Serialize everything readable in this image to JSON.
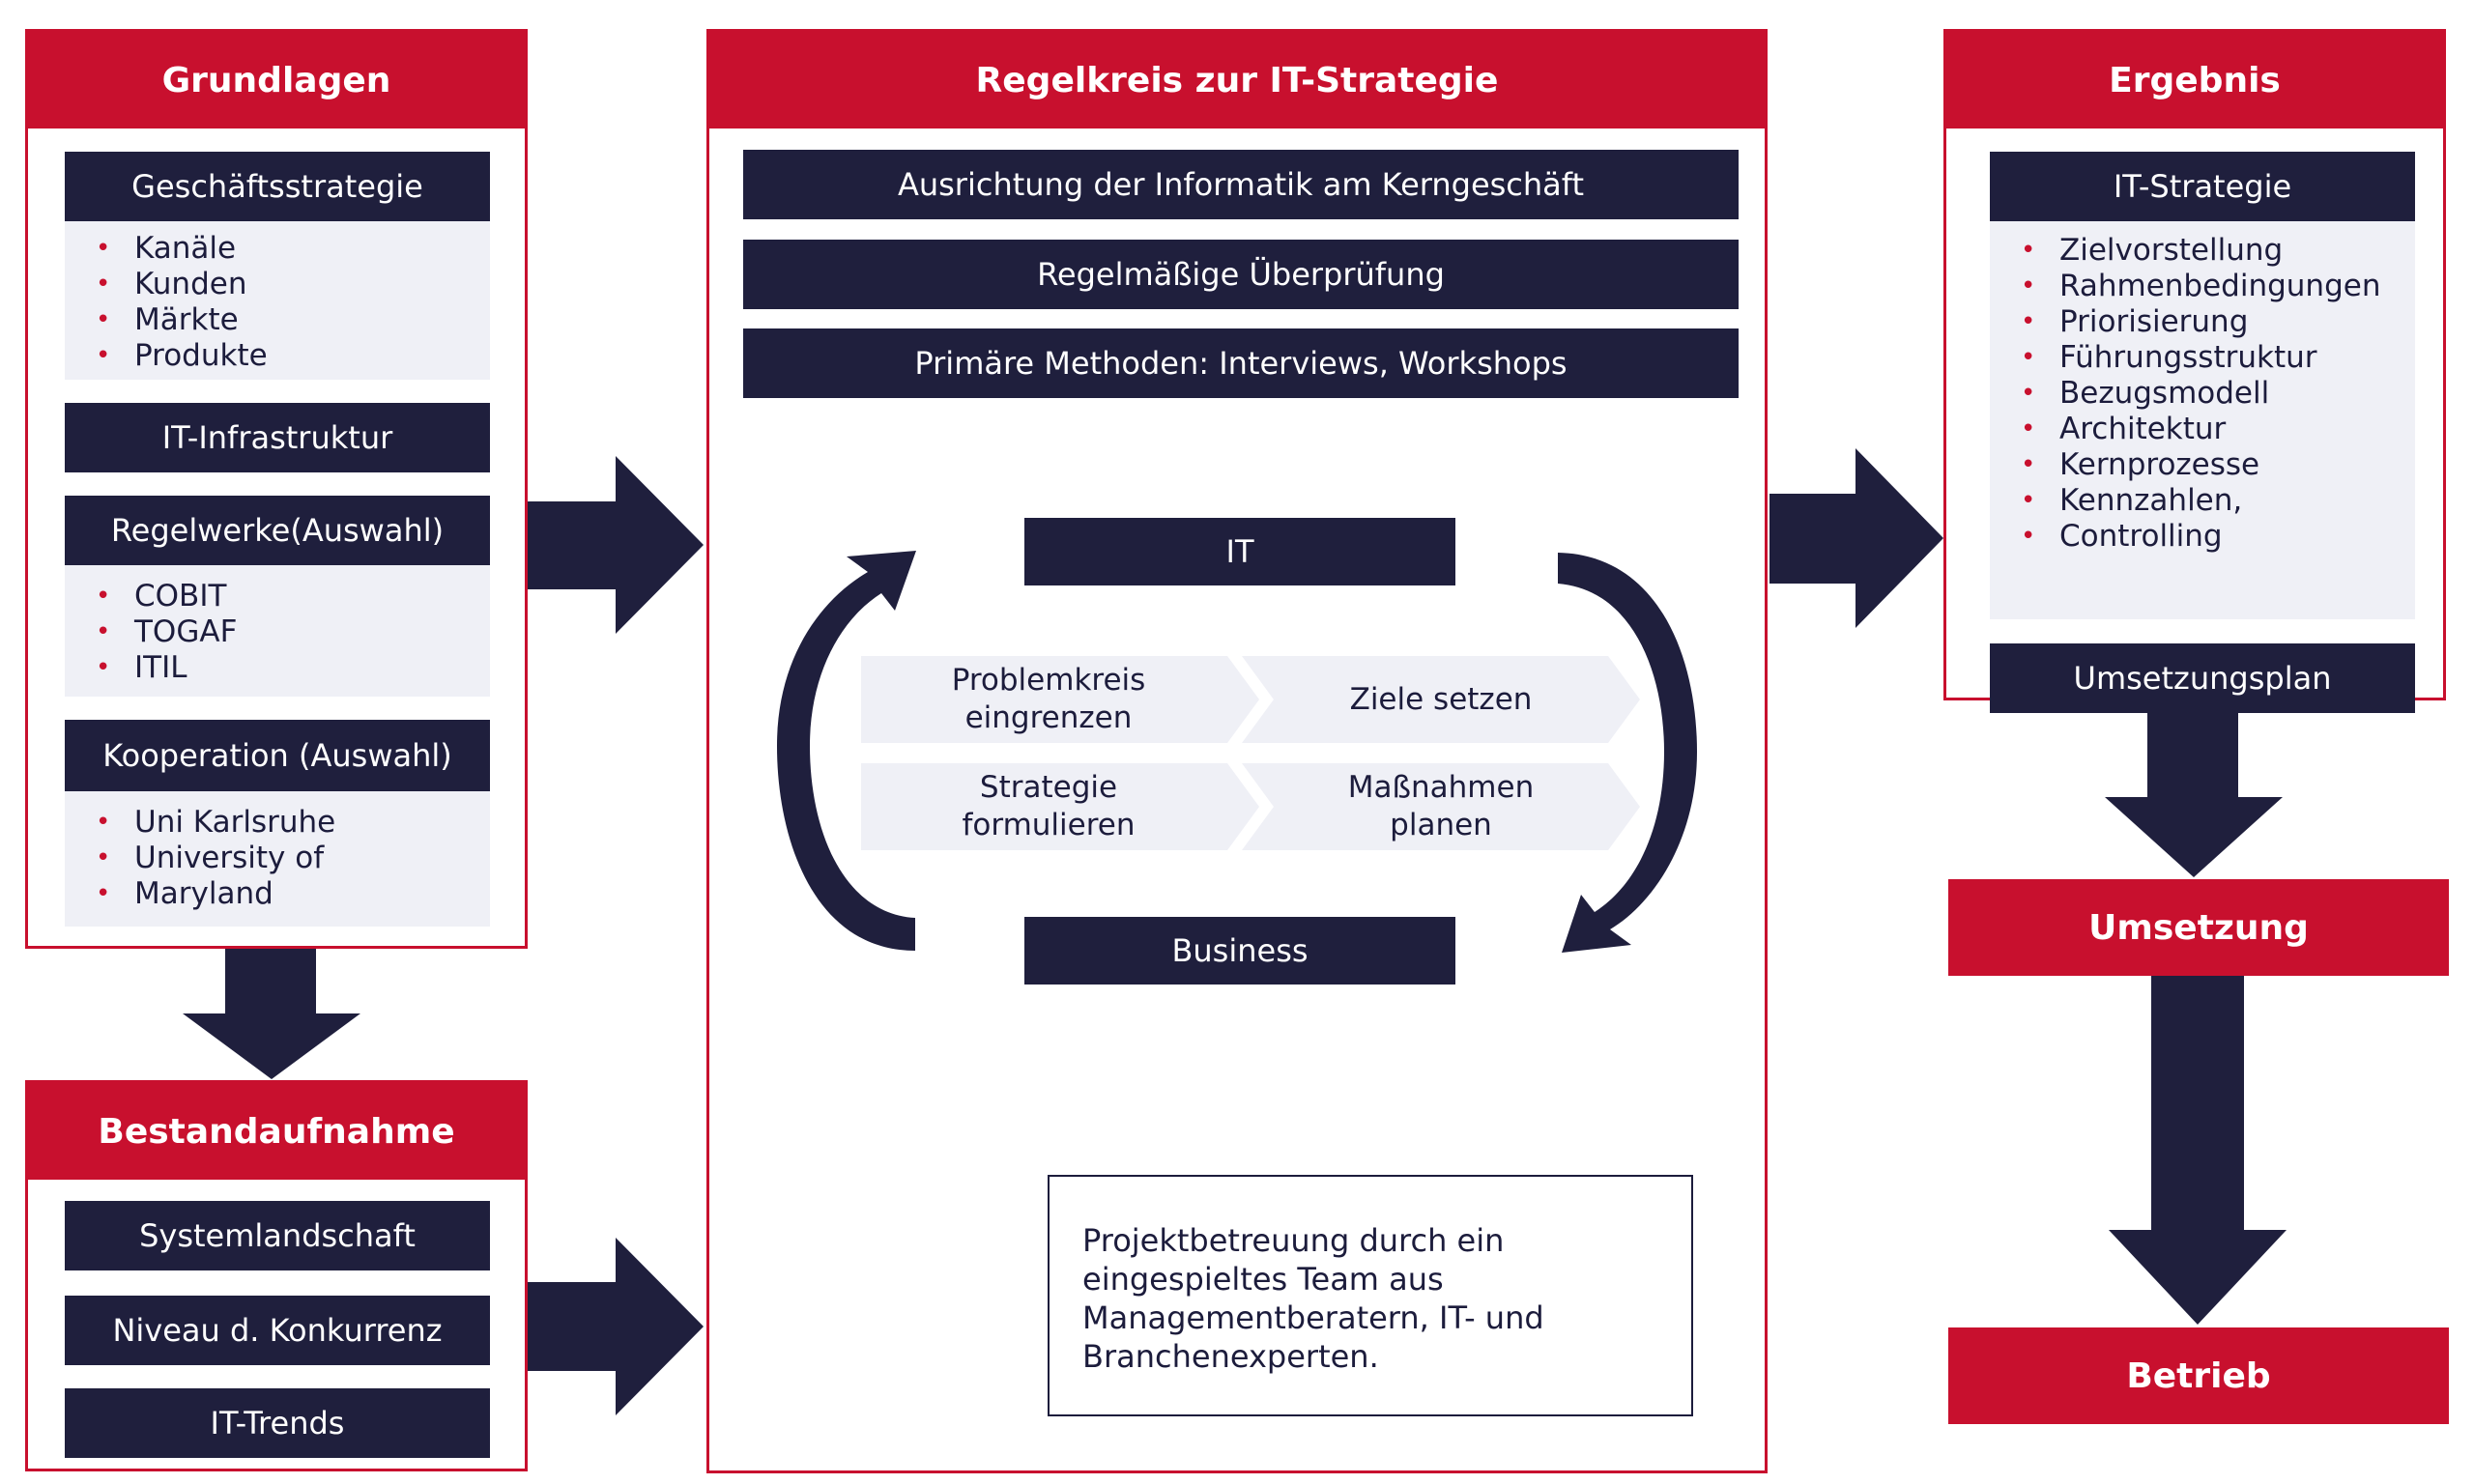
{
  "grundlagen": {
    "title": "Grundlagen",
    "geschaeftsstrategie": {
      "label": "Geschäftsstrategie",
      "items": [
        "Kanäle",
        "Kunden",
        "Märkte",
        "Produkte"
      ]
    },
    "it_infrastruktur": {
      "label": "IT-Infrastruktur"
    },
    "regelwerke": {
      "label": "Regelwerke(Auswahl)",
      "items": [
        "COBIT",
        "TOGAF",
        "ITIL"
      ]
    },
    "kooperation": {
      "label": "Kooperation (Auswahl)",
      "items": [
        "Uni Karlsruhe",
        "University of",
        "Maryland"
      ]
    }
  },
  "bestandaufnahme": {
    "title": "Bestandaufnahme",
    "items": [
      "Systemlandschaft",
      "Niveau d. Konkurrenz",
      "IT-Trends"
    ]
  },
  "regelkreis": {
    "title": "Regelkreis zur IT-Strategie",
    "bars": [
      "Ausrichtung der Informatik am Kerngeschäft",
      "Regelmäßige Überprüfung",
      "Primäre Methoden: Interviews, Workshops"
    ],
    "cycle": {
      "top": "IT",
      "bottom": "Business",
      "steps": [
        {
          "line1": "Problemkreis",
          "line2": "eingrenzen"
        },
        {
          "line1": "Ziele setzen",
          "line2": ""
        },
        {
          "line1": "Strategie",
          "line2": "formulieren"
        },
        {
          "line1": "Maßnahmen",
          "line2": "planen"
        }
      ]
    },
    "note": [
      "Projektbetreuung durch ein",
      "eingespieltes Team aus",
      "Managementberatern, IT- und",
      "Branchenexperten."
    ]
  },
  "ergebnis": {
    "title": "Ergebnis",
    "it_strategie": {
      "label": "IT-Strategie",
      "items": [
        "Zielvorstellung",
        "Rahmenbedingungen",
        "Priorisierung",
        "Führungsstruktur",
        "Bezugsmodell",
        "Architektur",
        "Kernprozesse",
        "Kennzahlen,",
        "Controlling"
      ]
    },
    "umsetzungsplan": "Umsetzungsplan"
  },
  "umsetzung": "Umsetzung",
  "betrieb": "Betrieb",
  "colors": {
    "accent_red": "#c8102e",
    "navy": "#1f1f3d",
    "light_fill": "#eff0f6"
  }
}
